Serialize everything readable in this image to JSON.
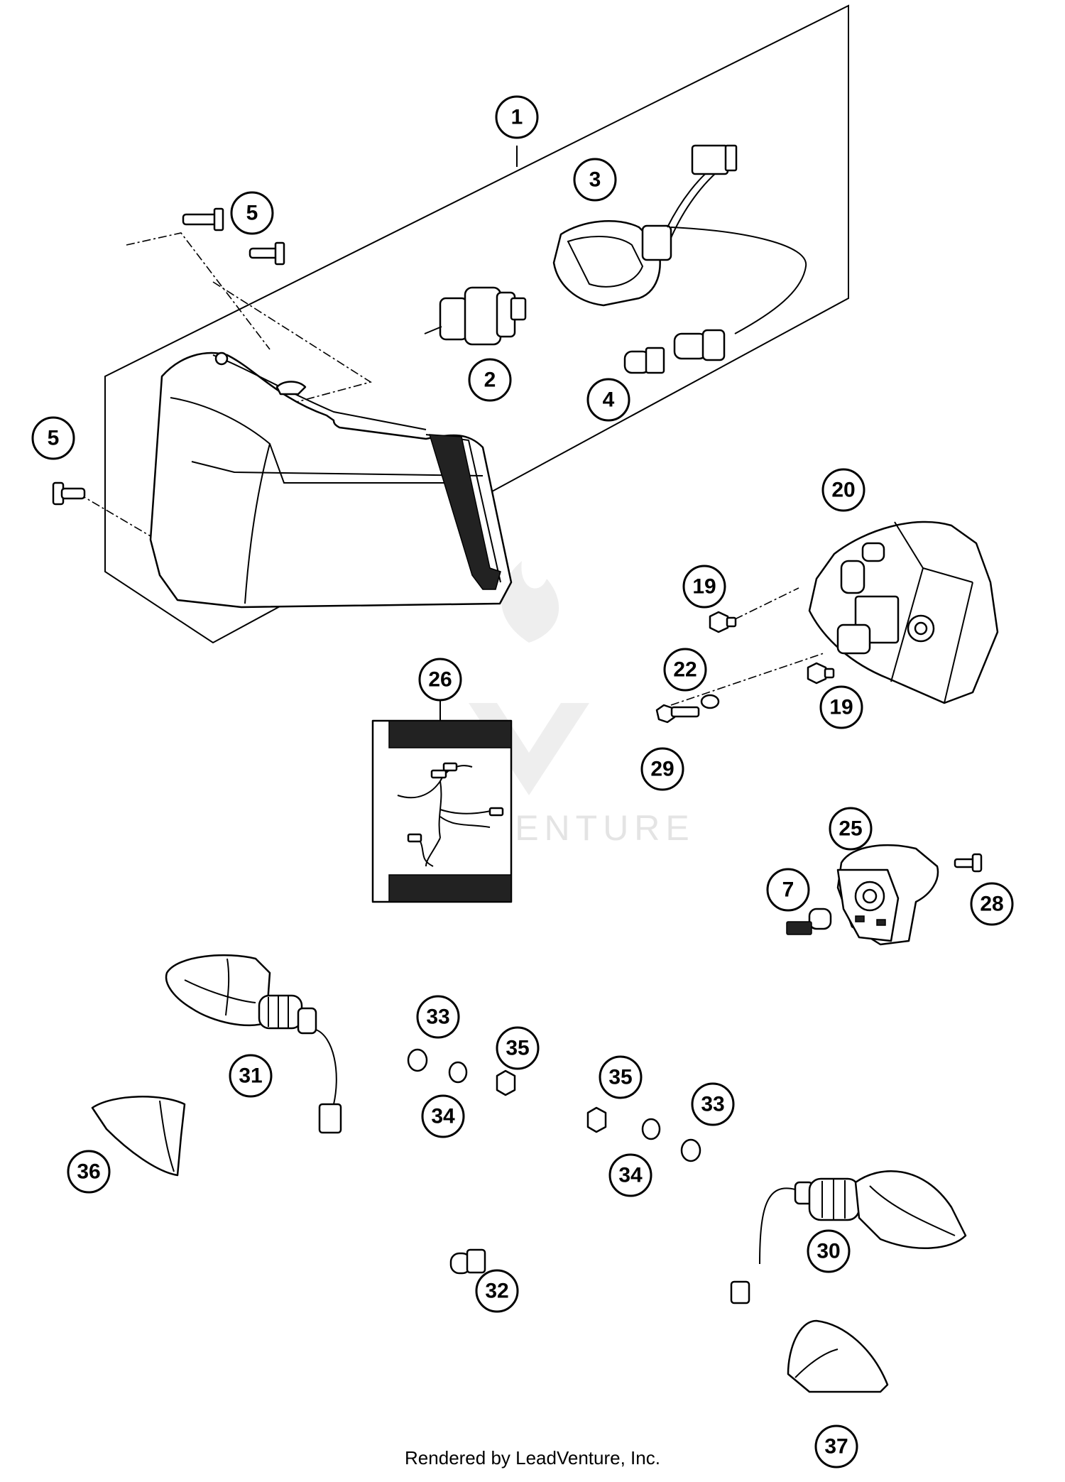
{
  "watermark": {
    "text": "LEADVENTURE"
  },
  "footer": {
    "text": "Rendered by LeadVenture, Inc."
  },
  "callouts": [
    {
      "label": "1",
      "part": "headlight-assembly"
    },
    {
      "label": "2",
      "part": "headlight-bulb"
    },
    {
      "label": "3",
      "part": "bulb-socket-harness"
    },
    {
      "label": "4",
      "part": "parking-bulb"
    },
    {
      "label": "5",
      "part": "headlight-bolt-upper"
    },
    {
      "label": "5",
      "part": "headlight-bolt-left"
    },
    {
      "label": "7",
      "part": "license-plate-bulb"
    },
    {
      "label": "19",
      "part": "tail-light-nut-upper"
    },
    {
      "label": "19",
      "part": "tail-light-nut-lower"
    },
    {
      "label": "20",
      "part": "tail-light"
    },
    {
      "label": "22",
      "part": "washer"
    },
    {
      "label": "25",
      "part": "license-plate-light"
    },
    {
      "label": "26",
      "part": "wiring-harness-kit"
    },
    {
      "label": "28",
      "part": "license-light-screw"
    },
    {
      "label": "29",
      "part": "tail-light-bolt"
    },
    {
      "label": "30",
      "part": "turn-signal-right"
    },
    {
      "label": "31",
      "part": "turn-signal-left"
    },
    {
      "label": "32",
      "part": "turn-signal-bulb"
    },
    {
      "label": "33",
      "part": "washer-left"
    },
    {
      "label": "33",
      "part": "washer-right"
    },
    {
      "label": "34",
      "part": "lock-washer-left"
    },
    {
      "label": "34",
      "part": "lock-washer-right"
    },
    {
      "label": "35",
      "part": "nut-left"
    },
    {
      "label": "35",
      "part": "nut-right"
    },
    {
      "label": "36",
      "part": "turn-signal-lens-left"
    },
    {
      "label": "37",
      "part": "turn-signal-lens-right"
    }
  ]
}
